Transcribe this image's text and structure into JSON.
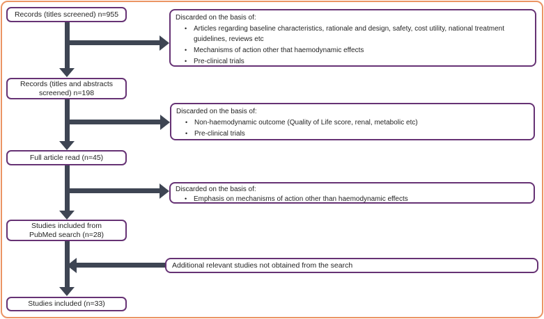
{
  "theme": {
    "background": "#FFFFFF",
    "frame_border": "#EB9463",
    "box_border": "#663274",
    "arrow_color": "#3E4553",
    "text_color": "#242424"
  },
  "icons": {
    "bullet": "•"
  },
  "flow": {
    "left_boxes": [
      {
        "label": "Records (titles screened) n=955"
      },
      {
        "label": "Records (titles and abstracts\nscreened) n=198"
      },
      {
        "label": "Full article read (n=45)"
      },
      {
        "label": "Studies included from\nPubMed search (n=28)"
      },
      {
        "label": "Studies included (n=33)"
      }
    ],
    "discard_boxes": [
      {
        "title": "Discarded on the basis of:",
        "bullets": [
          "Articles regarding baseline characteristics, rationale and design, safety, cost utility, national treatment guidelines, reviews etc",
          "Mechanisms of action other that haemodynamic effects",
          "Pre-clinical trials"
        ]
      },
      {
        "title": "Discarded on the basis of:",
        "bullets": [
          "Non-haemodynamic outcome (Quality of Life score, renal, metabolic etc)",
          "Pre-clinical trials"
        ]
      },
      {
        "title": "Discarded on the basis of:",
        "bullets": [
          "Emphasis on mechanisms of action other than haemodynamic effects"
        ]
      }
    ],
    "addition_box": {
      "label": "Additional relevant studies not obtained from the search"
    }
  }
}
